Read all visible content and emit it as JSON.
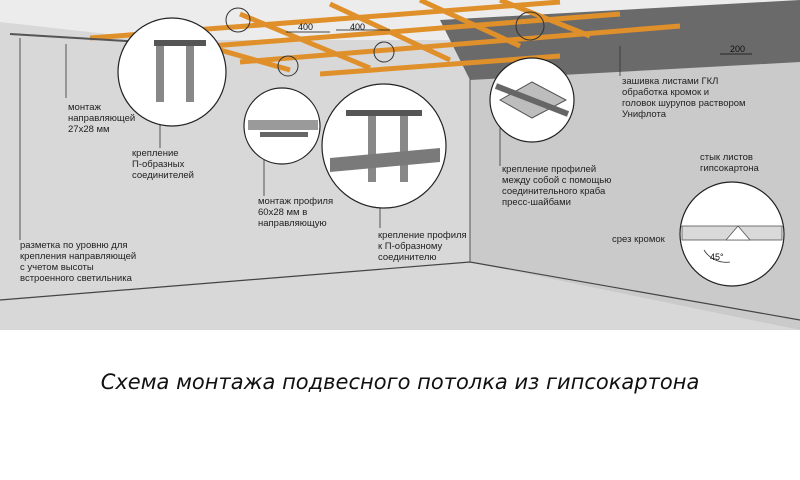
{
  "dimensions": {
    "spacing_a": "400",
    "spacing_b": "400",
    "edge": "200",
    "angle": "45°"
  },
  "labels": {
    "guide_mount": "монтаж\nнаправляющей\n27х28 мм",
    "u_bracket": "крепление\nП-образных\nсоединителей",
    "profile_mount": "монтаж профиля\n60х28 мм в\nнаправляющую",
    "profile_fix": "крепление профиля\nк П-образному\nсоединителю",
    "marking": "разметка по уровню для\nкрепления направляющей\nс учетом высоты\nвстроенного светильника",
    "crab": "крепление профилей\nмежду собой с помощью\nсоединительного краба\nпресс-шайбами",
    "putty": "зашивка листами ГКЛ\nобработка кромок и\nголовок шурупов раствором\nУнифлота",
    "joint": "стык листов\nгипсокартона",
    "edge_cut": "срез кромок"
  },
  "caption": "Схема монтажа подвесного потолка из гипсокартона",
  "colors": {
    "wall": "#d6d6d6",
    "wall_dark": "#c4c4c4",
    "frame": "#e0902a",
    "board": "#6e6e6e",
    "ceiling_light": "#ececec"
  }
}
